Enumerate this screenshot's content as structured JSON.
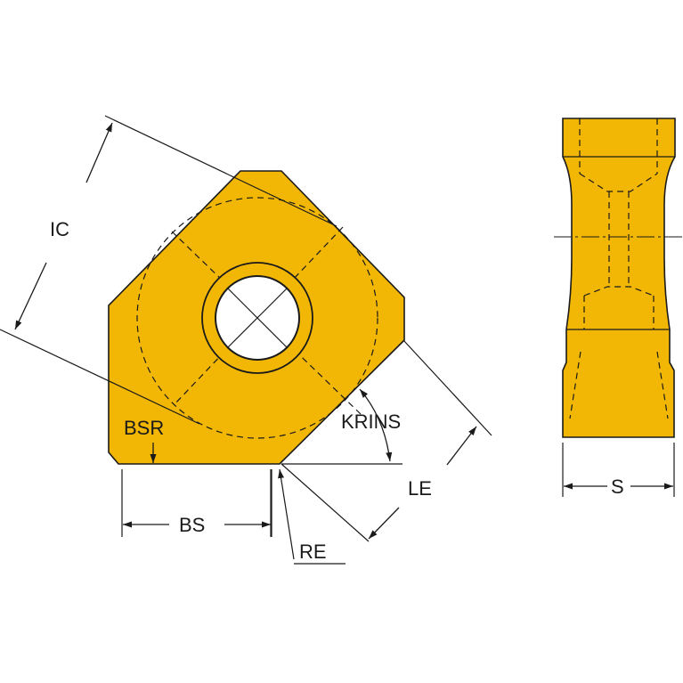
{
  "colors": {
    "insert_fill": "#f2b705",
    "line": "#1a1a1a",
    "background": "#ffffff"
  },
  "labels": {
    "ic": "IC",
    "bsr": "BSR",
    "krins": "KRINS",
    "le": "LE",
    "bs": "BS",
    "re": "RE",
    "s": "S"
  }
}
